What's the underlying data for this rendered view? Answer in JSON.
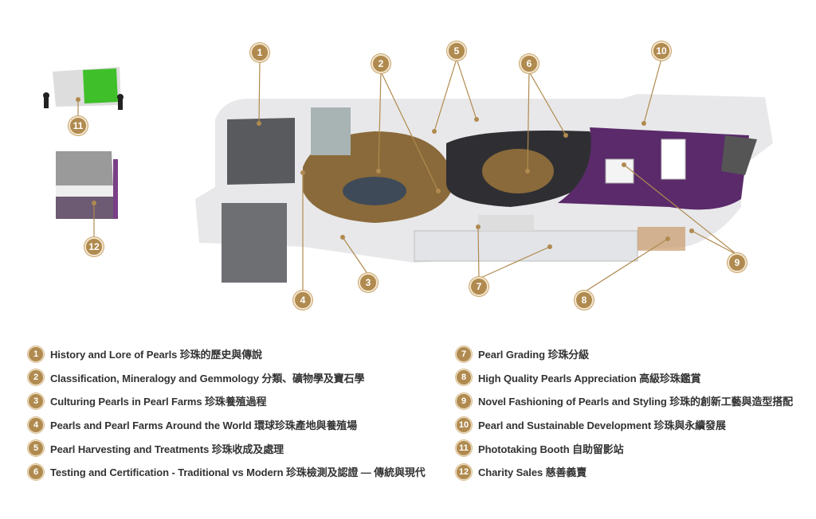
{
  "colors": {
    "accent": "#b08a4f",
    "purple": "#5a2a6a",
    "floor_gold": "#8a6a3a",
    "floor_dark": "#3a3a3a",
    "green": "#3fbf2a"
  },
  "markers": [
    "1",
    "2",
    "3",
    "4",
    "5",
    "6",
    "7",
    "8",
    "9",
    "10",
    "11",
    "12"
  ],
  "legend": [
    {
      "num": "1",
      "text": "History and Lore of Pearls 珍珠的歷史與傳說"
    },
    {
      "num": "2",
      "text": "Classification, Mineralogy and Gemmology 分類、礦物學及寶石學"
    },
    {
      "num": "3",
      "text": "Culturing Pearls in Pearl Farms 珍珠養殖過程"
    },
    {
      "num": "4",
      "text": "Pearls and Pearl Farms Around the World 環球珍珠產地與養殖場"
    },
    {
      "num": "5",
      "text": "Pearl Harvesting and Treatments 珍珠收成及處理"
    },
    {
      "num": "6",
      "text": "Testing and Certification - Traditional vs Modern  珍珠檢測及認證 — 傳統與現代"
    },
    {
      "num": "7",
      "text": "Pearl Grading 珍珠分級"
    },
    {
      "num": "8",
      "text": "High Quality Pearls Appreciation 高級珍珠鑑賞"
    },
    {
      "num": "9",
      "text": "Novel Fashioning of Pearls and Styling 珍珠的創新工藝與造型搭配"
    },
    {
      "num": "10",
      "text": "Pearl and Sustainable Development 珍珠與永續發展"
    },
    {
      "num": "11",
      "text": "Phototaking Booth 自助留影站"
    },
    {
      "num": "12",
      "text": "Charity Sales 慈善義賣"
    }
  ]
}
